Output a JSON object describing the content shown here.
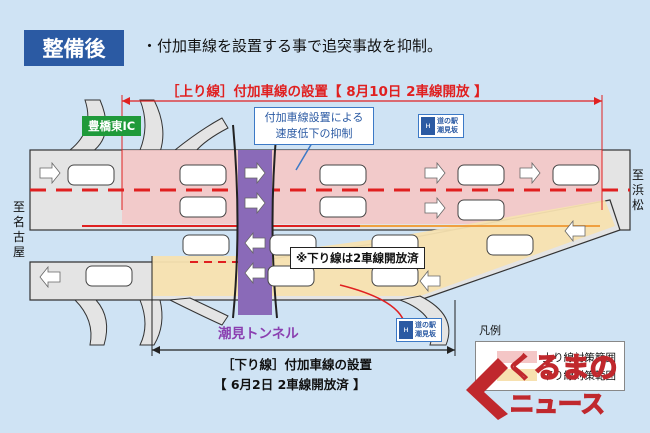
{
  "header": {
    "badge": "整備後",
    "headline": "・付加車線を設置する事で追突事故を抑制。"
  },
  "up_line": {
    "title": "［上り線］付加車線の設置【 8月10日 2車線開放 】"
  },
  "interchange": {
    "label": "豊橋東IC"
  },
  "callouts": {
    "speed_note_line1": "付加車線設置による",
    "speed_note_line2": "速度低下の抑制",
    "down_open_note": "※下り線は2車線開放済"
  },
  "roadside_station": {
    "line1": "道の駅",
    "line2": "潮見坂",
    "icon": "roadside-station-icon"
  },
  "tunnel": {
    "label": "潮見トンネル"
  },
  "down_line": {
    "title_line1": "［下り線］付加車線の設置",
    "title_line2": "【 6月2日 2車線開放済 】"
  },
  "directions": {
    "left": [
      "至",
      "名",
      "古",
      "屋"
    ],
    "right": [
      "至",
      "浜",
      "松"
    ]
  },
  "legend": {
    "title": "凡例",
    "items": [
      {
        "label": "上り線対策範囲",
        "color": "#f4c6c6"
      },
      {
        "label": "下り線対策範囲",
        "color": "#f7e1b0"
      }
    ]
  },
  "watermark": {
    "line1": "くるまの",
    "line2": "ニュース"
  },
  "colors": {
    "badge": "#2b5aa3",
    "up_range": "#f4c6c6",
    "down_range": "#f7e1b0",
    "road": "#e4e4e4",
    "title_red": "#e02020",
    "tunnel": "#8a3fb0",
    "ic_green": "#1f9a3a"
  }
}
